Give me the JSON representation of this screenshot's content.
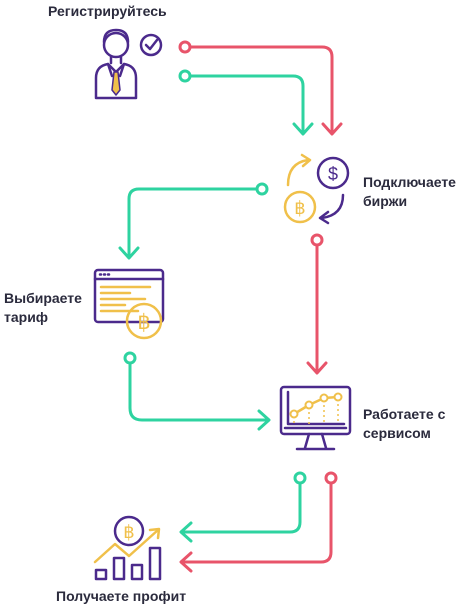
{
  "steps": {
    "register": "Регистрируйтесь",
    "connect": [
      "Подключаете",
      "биржи"
    ],
    "choose": [
      "Выбираете",
      "тариф"
    ],
    "work": [
      "Работаете с",
      "сервисом"
    ],
    "profit": "Получаете профит"
  },
  "icons": {
    "register": "person-with-checkmark-icon",
    "connect": "currency-exchange-icon",
    "choose": "tariff-document-with-bitcoin-icon",
    "work": "monitor-chart-icon",
    "profit": "bitcoin-growth-bars-icon"
  },
  "colors": {
    "red": "#e8546a",
    "green": "#2ed3a0",
    "purple": "#4b2a8c",
    "gold": "#f0c04a"
  }
}
